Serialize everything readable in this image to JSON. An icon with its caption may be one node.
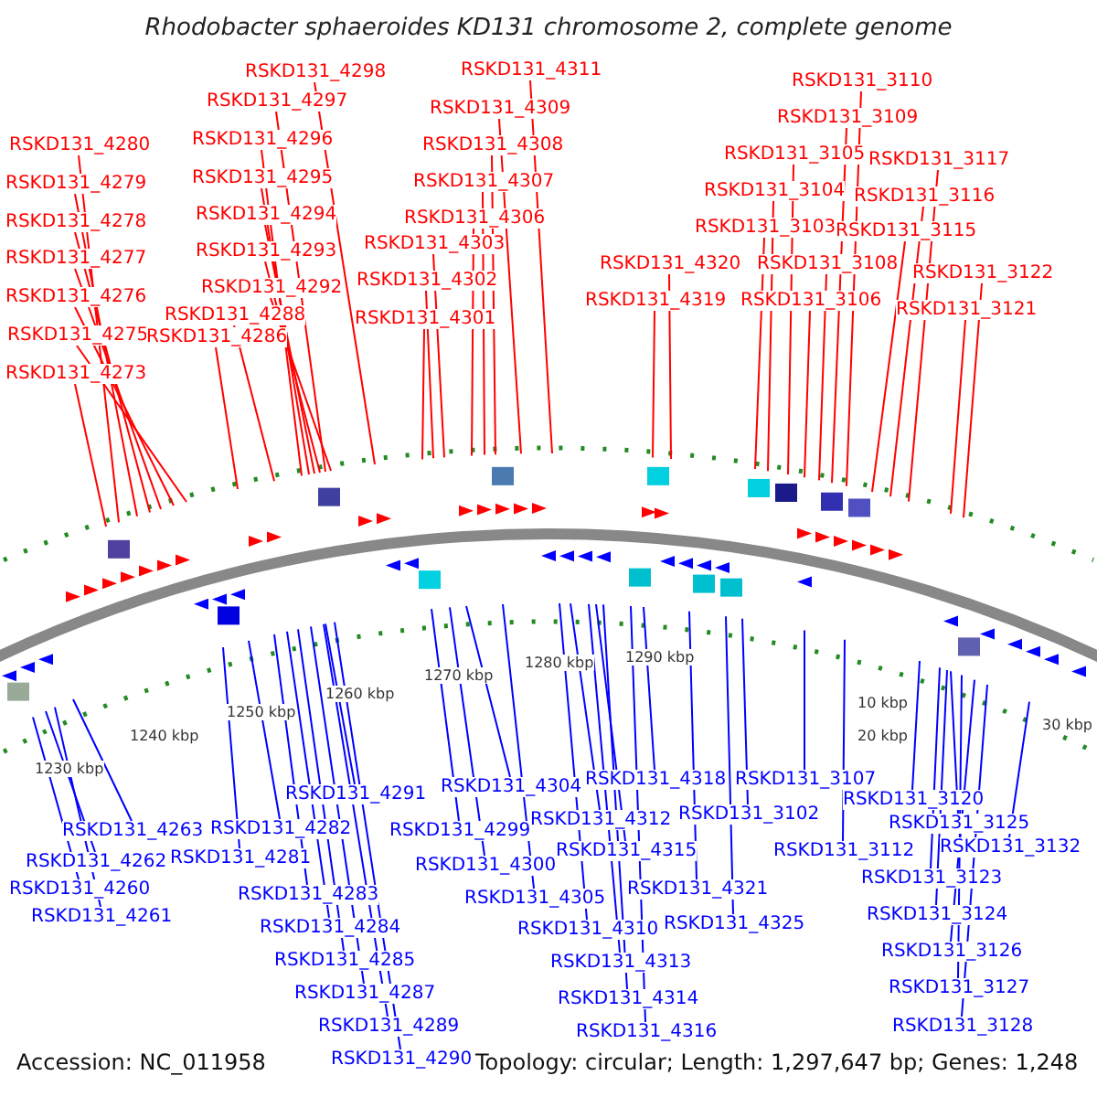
{
  "diagram": {
    "title": "Rhodobacter sphaeroides KD131 chromosome 2, complete genome",
    "nodes": [
      {
        "text": [
          "RSKD131_4280"
        ]
      },
      {
        "text": [
          "RSKD131_4279"
        ]
      },
      {
        "text": [
          "RSKD131_4278"
        ]
      },
      {
        "text": [
          "RSKD131_4277"
        ]
      },
      {
        "text": [
          "RSKD131_4276"
        ]
      },
      {
        "text": [
          "RSKD131_4275"
        ]
      },
      {
        "text": [
          "RSKD131_4273"
        ]
      },
      {
        "text": [
          "RSKD131_4298"
        ]
      },
      {
        "text": [
          "RSKD131_4297"
        ]
      },
      {
        "text": [
          "RSKD131_4296"
        ]
      },
      {
        "text": [
          "RSKD131_4295"
        ]
      },
      {
        "text": [
          "RSKD131_4294"
        ]
      },
      {
        "text": [
          "RSKD131_4293"
        ]
      },
      {
        "text": [
          "RSKD131_4292"
        ]
      },
      {
        "text": [
          "RSKD131_4288"
        ]
      },
      {
        "text": [
          "RSKD131_4286"
        ]
      },
      {
        "text": [
          "RSKD131_4311"
        ]
      },
      {
        "text": [
          "RSKD131_4309"
        ]
      },
      {
        "text": [
          "RSKD131_4308"
        ]
      },
      {
        "text": [
          "RSKD131_4307"
        ]
      },
      {
        "text": [
          "RSKD131_4306"
        ]
      },
      {
        "text": [
          "RSKD131_4303"
        ]
      },
      {
        "text": [
          "RSKD131_4302"
        ]
      },
      {
        "text": [
          "RSKD131_4301"
        ]
      },
      {
        "text": [
          "RSKD131_4320"
        ]
      },
      {
        "text": [
          "RSKD131_4319"
        ]
      },
      {
        "text": [
          "RSKD131_3110"
        ]
      },
      {
        "text": [
          "RSKD131_3109"
        ]
      },
      {
        "text": [
          "RSKD131_3105"
        ]
      },
      {
        "text": [
          "RSKD131_3104"
        ]
      },
      {
        "text": [
          "RSKD131_3103"
        ]
      },
      {
        "text": [
          "RSKD131_3108"
        ]
      },
      {
        "text": [
          "RSKD131_3106"
        ]
      },
      {
        "text": [
          "RSKD131_3117"
        ]
      },
      {
        "text": [
          "RSKD131_3116"
        ]
      },
      {
        "text": [
          "RSKD131_3115"
        ]
      },
      {
        "text": [
          "RSKD131_3122"
        ]
      },
      {
        "text": [
          "RSKD131_3121"
        ]
      },
      {
        "text": [
          "RSKD131_4263"
        ]
      },
      {
        "text": [
          "RSKD131_4262"
        ]
      },
      {
        "text": [
          "RSKD131_4260"
        ]
      },
      {
        "text": [
          "RSKD131_4261"
        ]
      },
      {
        "text": [
          "RSKD131_4291"
        ]
      },
      {
        "text": [
          "RSKD131_4282"
        ]
      },
      {
        "text": [
          "RSKD131_4281"
        ]
      },
      {
        "text": [
          "RSKD131_4283"
        ]
      },
      {
        "text": [
          "RSKD131_4284"
        ]
      },
      {
        "text": [
          "RSKD131_4285"
        ]
      },
      {
        "text": [
          "RSKD131_4287"
        ]
      },
      {
        "text": [
          "RSKD131_4289"
        ]
      },
      {
        "text": [
          "RSKD131_4290"
        ]
      },
      {
        "text": [
          "RSKD131_4304"
        ]
      },
      {
        "text": [
          "RSKD131_4299"
        ]
      },
      {
        "text": [
          "RSKD131_4300"
        ]
      },
      {
        "text": [
          "RSKD131_4305"
        ]
      },
      {
        "text": [
          "RSKD131_4310"
        ]
      },
      {
        "text": [
          "RSKD131_4312"
        ]
      },
      {
        "text": [
          "RSKD131_4313"
        ]
      },
      {
        "text": [
          "RSKD131_4314"
        ]
      },
      {
        "text": [
          "RSKD131_4315"
        ]
      },
      {
        "text": [
          "RSKD131_4316"
        ]
      },
      {
        "text": [
          "RSKD131_4318"
        ]
      },
      {
        "text": [
          "RSKD131_4321"
        ]
      },
      {
        "text": [
          "RSKD131_4325"
        ]
      },
      {
        "text": [
          "RSKD131_3102"
        ]
      },
      {
        "text": [
          "RSKD131_3107"
        ]
      },
      {
        "text": [
          "RSKD131_3112"
        ]
      },
      {
        "text": [
          "RSKD131_3120"
        ]
      },
      {
        "text": [
          "RSKD131_3125"
        ]
      },
      {
        "text": [
          "RSKD131_3132"
        ]
      },
      {
        "text": [
          "RSKD131_3123"
        ]
      },
      {
        "text": [
          "RSKD131_3124"
        ]
      },
      {
        "text": [
          "RSKD131_3126"
        ]
      },
      {
        "text": [
          "RSKD131_3127"
        ]
      },
      {
        "text": [
          "RSKD131_3128"
        ]
      }
    ],
    "edges": [
      {
        "from": 0,
        "to": null,
        "arrow": "none"
      },
      {
        "from": 1,
        "to": null,
        "arrow": "none"
      },
      {
        "from": 2,
        "to": null,
        "arrow": "none"
      },
      {
        "from": 3,
        "to": null,
        "arrow": "none"
      },
      {
        "from": 4,
        "to": null,
        "arrow": "none"
      },
      {
        "from": 5,
        "to": null,
        "arrow": "none"
      },
      {
        "from": 6,
        "to": null,
        "arrow": "none"
      },
      {
        "from": 7,
        "to": null,
        "arrow": "none"
      },
      {
        "from": 8,
        "to": null,
        "arrow": "none"
      },
      {
        "from": 9,
        "to": null,
        "arrow": "none"
      },
      {
        "from": 10,
        "to": null,
        "arrow": "none"
      },
      {
        "from": 11,
        "to": null,
        "arrow": "none"
      },
      {
        "from": 12,
        "to": null,
        "arrow": "none"
      },
      {
        "from": 13,
        "to": null,
        "arrow": "none"
      },
      {
        "from": 14,
        "to": null,
        "arrow": "none"
      },
      {
        "from": 15,
        "to": null,
        "arrow": "none"
      },
      {
        "from": 16,
        "to": null,
        "arrow": "none"
      },
      {
        "from": 17,
        "to": null,
        "arrow": "none"
      },
      {
        "from": 18,
        "to": null,
        "arrow": "none"
      },
      {
        "from": 19,
        "to": null,
        "arrow": "none"
      },
      {
        "from": 20,
        "to": null,
        "arrow": "none"
      },
      {
        "from": 21,
        "to": null,
        "arrow": "none"
      },
      {
        "from": 22,
        "to": null,
        "arrow": "none"
      },
      {
        "from": 23,
        "to": null,
        "arrow": "none"
      },
      {
        "from": 24,
        "to": null,
        "arrow": "none"
      },
      {
        "from": 25,
        "to": null,
        "arrow": "none"
      },
      {
        "from": 26,
        "to": null,
        "arrow": "none"
      },
      {
        "from": 27,
        "to": null,
        "arrow": "none"
      },
      {
        "from": 28,
        "to": null,
        "arrow": "none"
      },
      {
        "from": 29,
        "to": null,
        "arrow": "none"
      },
      {
        "from": 30,
        "to": null,
        "arrow": "none"
      },
      {
        "from": 31,
        "to": null,
        "arrow": "none"
      },
      {
        "from": 32,
        "to": null,
        "arrow": "none"
      },
      {
        "from": 33,
        "to": null,
        "arrow": "none"
      },
      {
        "from": 34,
        "to": null,
        "arrow": "none"
      },
      {
        "from": 35,
        "to": null,
        "arrow": "none"
      },
      {
        "from": 36,
        "to": null,
        "arrow": "none"
      },
      {
        "from": 37,
        "to": null,
        "arrow": "none"
      },
      {
        "from": 38,
        "to": null,
        "arrow": "none",
        "color": "#0000ff"
      },
      {
        "from": 39,
        "to": null,
        "arrow": "none",
        "color": "#0000ff"
      },
      {
        "from": 40,
        "to": null,
        "arrow": "none",
        "color": "#0000ff"
      },
      {
        "from": 41,
        "to": null,
        "arrow": "none",
        "color": "#0000ff"
      },
      {
        "from": 42,
        "to": null,
        "arrow": "none",
        "color": "#0000ff"
      },
      {
        "from": 43,
        "to": null,
        "arrow": "none",
        "color": "#0000ff"
      },
      {
        "from": 44,
        "to": null,
        "arrow": "none",
        "color": "#0000ff"
      },
      {
        "from": 45,
        "to": null,
        "arrow": "none",
        "color": "#0000ff"
      },
      {
        "from": 46,
        "to": null,
        "arrow": "none",
        "color": "#0000ff"
      },
      {
        "from": 47,
        "to": null,
        "arrow": "none",
        "color": "#0000ff"
      },
      {
        "from": 48,
        "to": null,
        "arrow": "none",
        "color": "#0000ff"
      },
      {
        "from": 49,
        "to": null,
        "arrow": "none",
        "color": "#0000ff"
      },
      {
        "from": 50,
        "to": null,
        "arrow": "none",
        "color": "#0000ff"
      },
      {
        "from": 51,
        "to": null,
        "arrow": "none",
        "color": "#0000ff"
      },
      {
        "from": 52,
        "to": null,
        "arrow": "none",
        "color": "#0000ff"
      },
      {
        "from": 53,
        "to": null,
        "arrow": "none",
        "color": "#0000ff"
      },
      {
        "from": 54,
        "to": null,
        "arrow": "none",
        "color": "#0000ff"
      },
      {
        "from": 55,
        "to": null,
        "arrow": "none",
        "color": "#0000ff"
      },
      {
        "from": 56,
        "to": null,
        "arrow": "none",
        "color": "#0000ff"
      },
      {
        "from": 57,
        "to": null,
        "arrow": "none",
        "color": "#0000ff"
      },
      {
        "from": 58,
        "to": null,
        "arrow": "none",
        "color": "#0000ff"
      },
      {
        "from": 59,
        "to": null,
        "arrow": "none",
        "color": "#0000ff"
      },
      {
        "from": 60,
        "to": null,
        "arrow": "none",
        "color": "#0000ff"
      },
      {
        "from": 61,
        "to": null,
        "arrow": "none",
        "color": "#0000ff"
      },
      {
        "from": 62,
        "to": null,
        "arrow": "none",
        "color": "#0000ff"
      },
      {
        "from": 63,
        "to": null,
        "arrow": "none",
        "color": "#0000ff"
      },
      {
        "from": 64,
        "to": null,
        "arrow": "none",
        "color": "#0000ff"
      },
      {
        "from": 65,
        "to": null,
        "arrow": "none",
        "color": "#0000ff"
      },
      {
        "from": 66,
        "to": null,
        "arrow": "none",
        "color": "#0000ff"
      },
      {
        "from": 67,
        "to": null,
        "arrow": "none",
        "color": "#0000ff"
      },
      {
        "from": 68,
        "to": null,
        "arrow": "none",
        "color": "#0000ff"
      },
      {
        "from": 69,
        "to": null,
        "arrow": "none",
        "color": "#0000ff"
      },
      {
        "from": 70,
        "to": null,
        "arrow": "none",
        "color": "#0000ff"
      },
      {
        "from": 71,
        "to": null,
        "arrow": "none",
        "color": "#0000ff"
      },
      {
        "from": 72,
        "to": null,
        "arrow": "none",
        "color": "#0000ff"
      },
      {
        "from": 73,
        "to": null,
        "arrow": "none",
        "color": "#0000ff"
      },
      {
        "from": 74,
        "to": null,
        "arrow": "none",
        "color": "#0000ff"
      }
    ],
    "labels": [
      "1230 kbp",
      "1240 kbp",
      "1250 kbp",
      "1260 kbp",
      "1270 kbp",
      "1280 kbp",
      "1290 kbp",
      "10 kbp",
      "20 kbp",
      "30 kbp",
      "Accession: NC_011958",
      "Topology: circular; Length: 1,297,647 bp; Genes: 1,248"
    ]
  }
}
